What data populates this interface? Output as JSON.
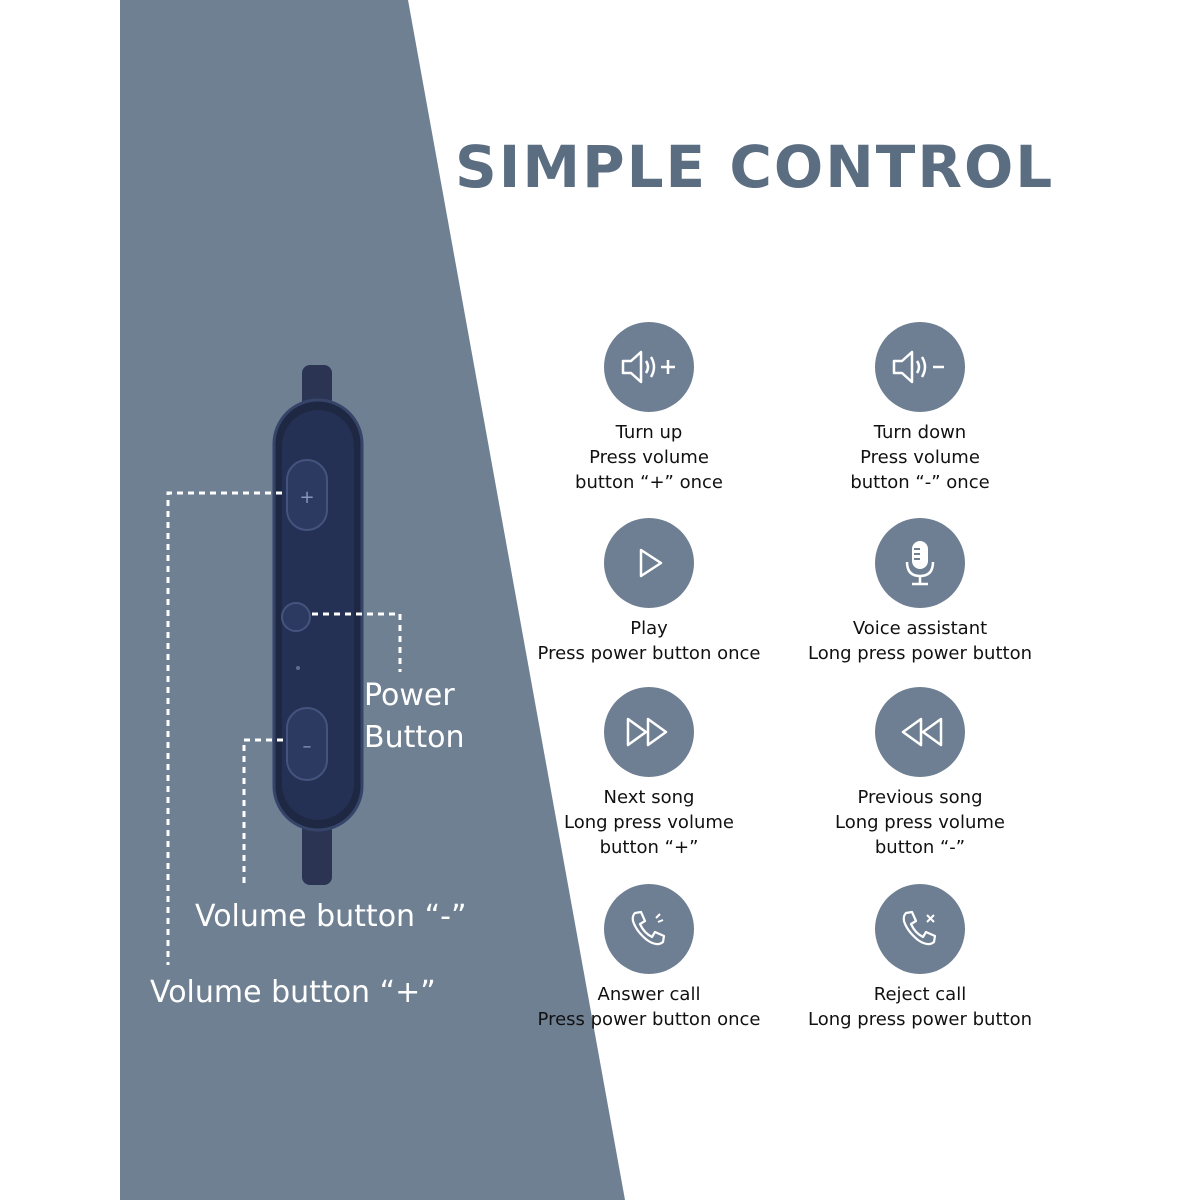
{
  "title": "SIMPLE CONTROL",
  "colors": {
    "panel": "#6f8093",
    "accent": "#5b6d81",
    "remote": "#1f2a44",
    "icon_bg": "#6e7f93"
  },
  "callouts": {
    "power_line1": "Power",
    "power_line2": "Button",
    "volume_minus": "Volume button “-”",
    "volume_plus": "Volume button “+”"
  },
  "features": [
    {
      "icon": "volume-up-icon",
      "lines": [
        "Turn up",
        "Press volume",
        "button “+” once"
      ]
    },
    {
      "icon": "volume-down-icon",
      "lines": [
        "Turn down",
        "Press volume",
        "button “-” once"
      ]
    },
    {
      "icon": "play-icon",
      "lines": [
        "Play",
        "Press power button once"
      ]
    },
    {
      "icon": "microphone-icon",
      "lines": [
        "Voice assistant",
        "Long press power button"
      ]
    },
    {
      "icon": "fast-forward-icon",
      "lines": [
        "Next song",
        "Long press volume",
        "button “+”"
      ]
    },
    {
      "icon": "rewind-icon",
      "lines": [
        "Previous song",
        "Long press volume",
        "button “-”"
      ]
    },
    {
      "icon": "phone-answer-icon",
      "lines": [
        "Answer call",
        "Press power button once"
      ]
    },
    {
      "icon": "phone-reject-icon",
      "lines": [
        "Reject call",
        "Long press power button"
      ]
    }
  ]
}
